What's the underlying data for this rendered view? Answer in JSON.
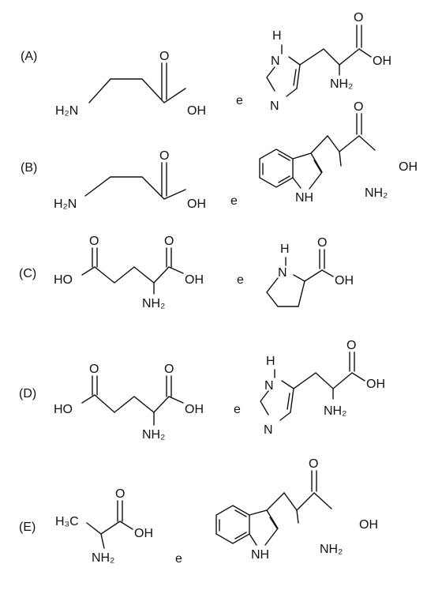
{
  "options": [
    {
      "letter": "(A)",
      "conj": "e"
    },
    {
      "letter": "(B)",
      "conj": "e"
    },
    {
      "letter": "(C)",
      "conj": "e"
    },
    {
      "letter": "(D)",
      "conj": "e"
    },
    {
      "letter": "(E)",
      "conj": "e"
    }
  ],
  "atoms": {
    "o": "O",
    "oh": "OH",
    "ho": "HO",
    "h": "H",
    "n": "N",
    "h2n": "H₂N",
    "nh2": "NH₂",
    "nh": "NH",
    "h3c": "H₃C"
  }
}
